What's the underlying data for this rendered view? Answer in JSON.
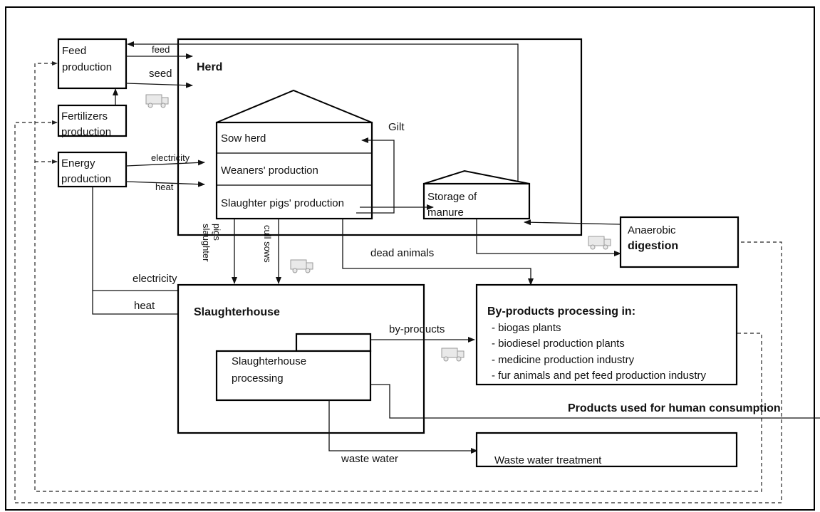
{
  "boxes": {
    "feed_production": [
      "Feed",
      "production"
    ],
    "fertilizers_production": [
      "Fertilizers",
      "production"
    ],
    "energy_production": [
      "Energy",
      "production"
    ],
    "herd": "Herd",
    "sow_herd": "Sow herd",
    "weaners_production": "Weaners' production",
    "slaughter_pigs_production": "Slaughter pigs' production",
    "storage_of_manure": [
      "Storage of",
      "manure"
    ],
    "anaerobic_digestion": [
      "Anaerobic",
      "digestion"
    ],
    "slaughterhouse": "Slaughterhouse",
    "slaughterhouse_processing": [
      "Slaughterhouse",
      "processing"
    ],
    "byproducts_processing": {
      "title": "By-products processing in:",
      "items": [
        "- biogas plants",
        "- biodiesel production plants",
        "- medicine production industry",
        "- fur animals and pet feed production industry"
      ]
    },
    "waste_water_treatment": "Waste water treatment"
  },
  "flow_labels": {
    "feed": "feed",
    "seed": "seed",
    "gilt": "Gilt",
    "electricity_top": "electricity",
    "heat_top": "heat",
    "slaughter_pigs": [
      "slaughter",
      "pigs"
    ],
    "cull_sows": "cull sows",
    "dead_animals": "dead animals",
    "electricity_bottom": "electricity",
    "heat_bottom": "heat",
    "by_products": "by-products",
    "waste_water": "waste water",
    "products_used": "Products used for human consumption"
  },
  "icons": [
    "truck-icon"
  ]
}
